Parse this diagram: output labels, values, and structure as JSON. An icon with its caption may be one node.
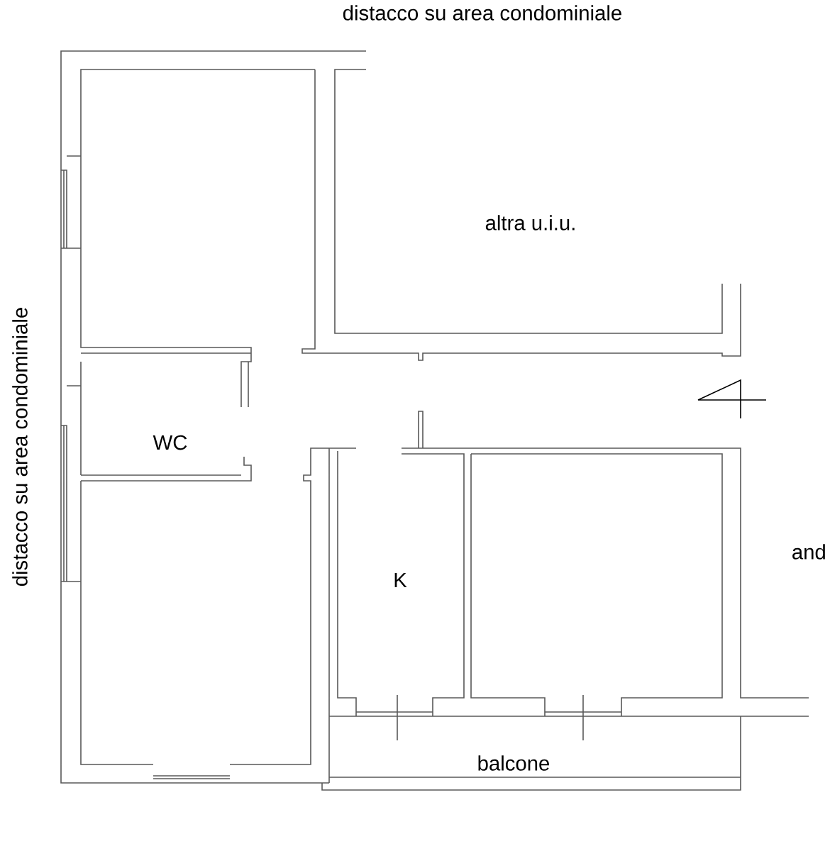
{
  "diagram": {
    "labels": [
      "distacco su area condominiale",
      "altra u.i.u.",
      "distacco su area condominiale",
      "WC",
      "K",
      "and",
      "balcone"
    ]
  }
}
